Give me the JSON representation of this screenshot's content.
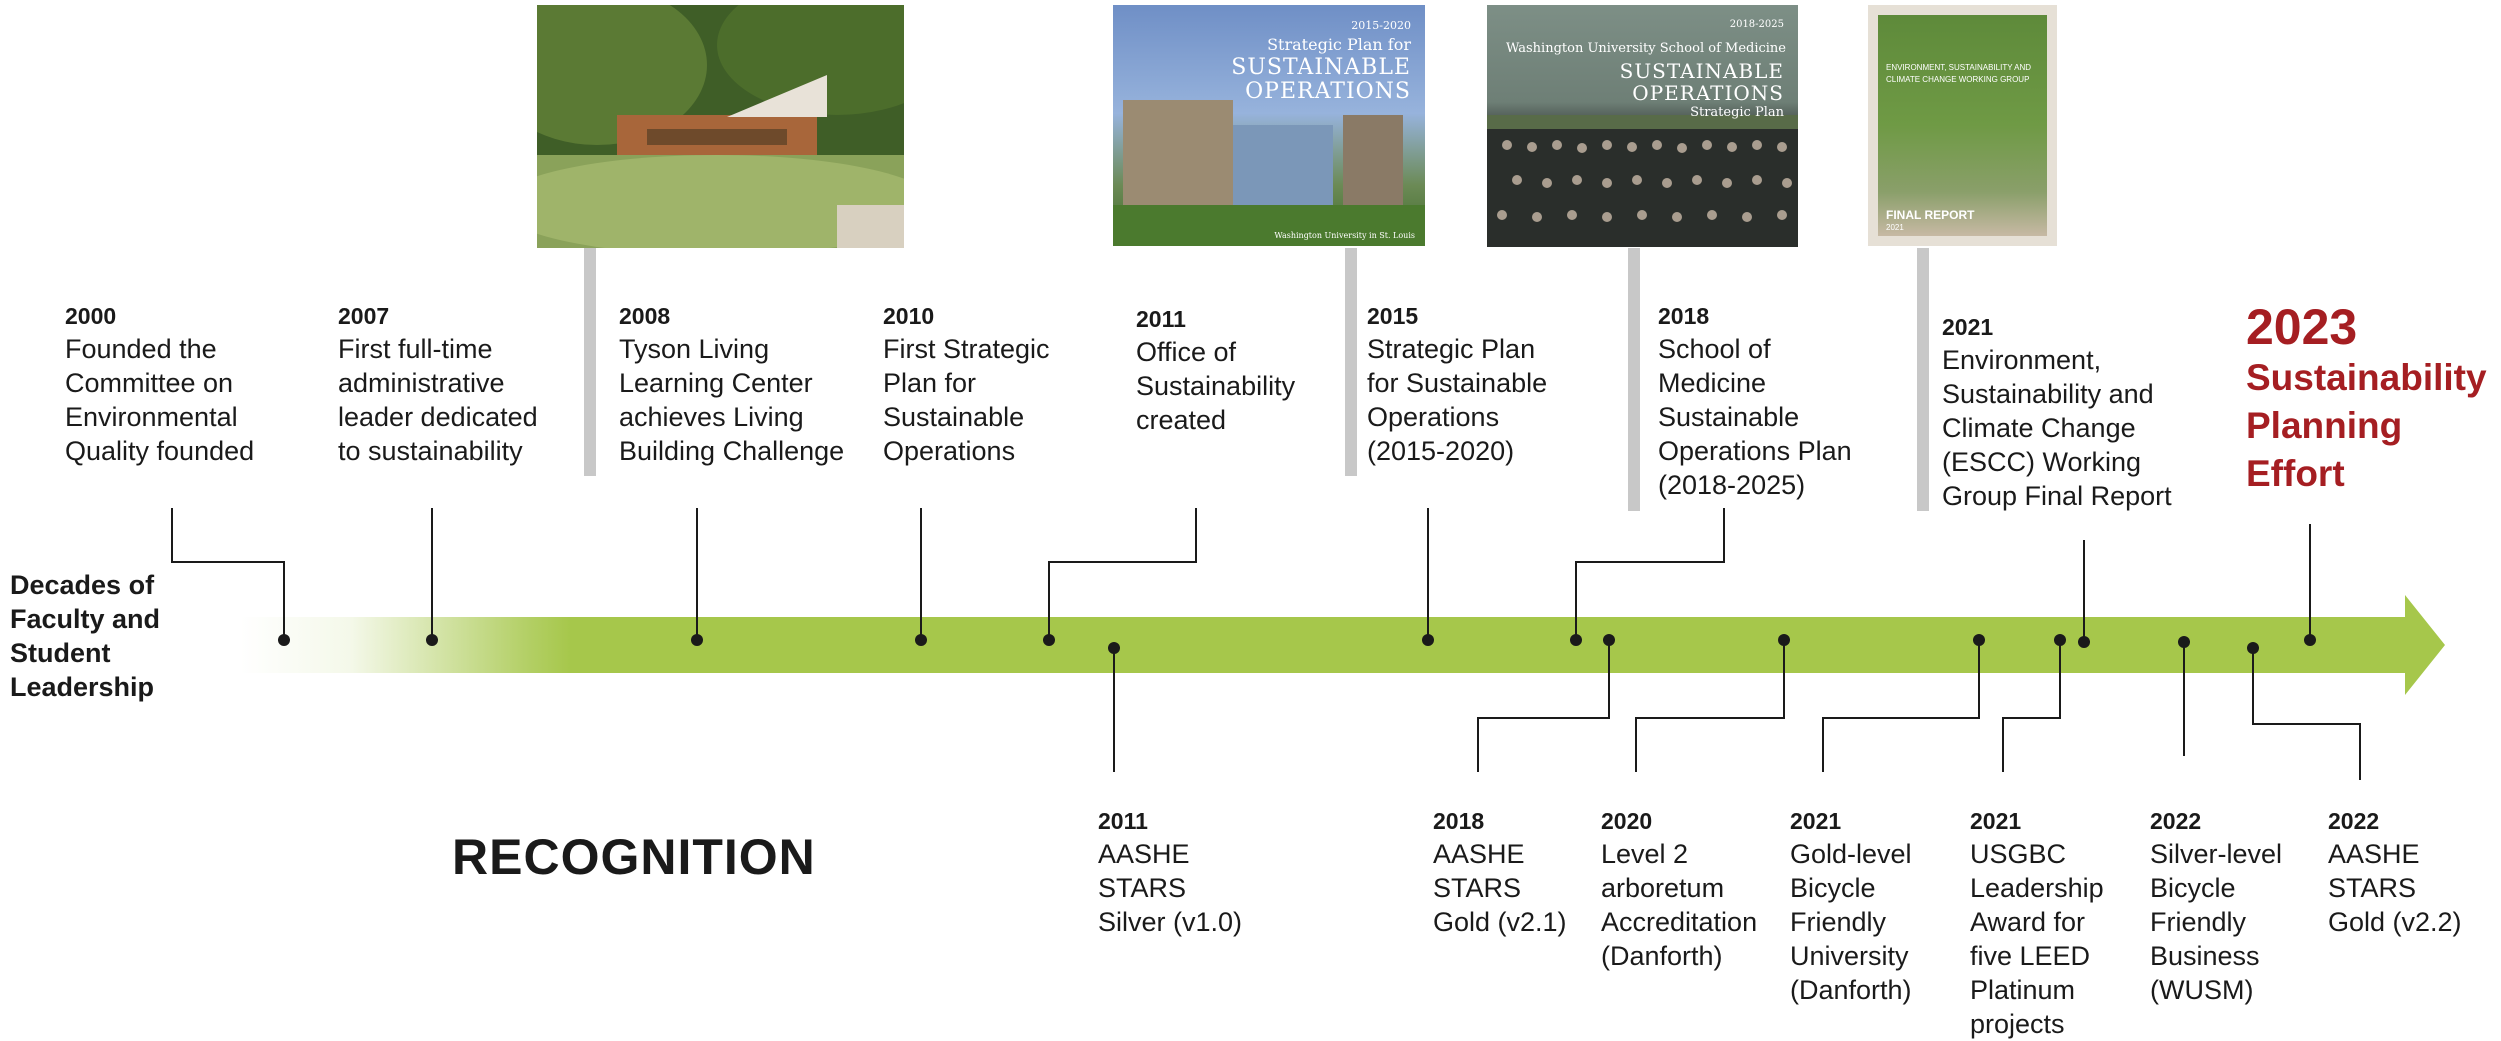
{
  "left_label": "Decades of\nFaculty and\nStudent\nLeadership",
  "recognition_heading": "RECOGNITION",
  "colors": {
    "arrow": "#a6c74b",
    "final_accent": "#a51e22",
    "post": "#c8c8c8"
  },
  "milestones": [
    {
      "year": "2000",
      "text": "Founded the\nCommittee on\nEnvironmental\nQuality founded"
    },
    {
      "year": "2007",
      "text": "First full-time\nadministrative\nleader dedicated\nto sustainability"
    },
    {
      "year": "2008",
      "text": "Tyson Living\nLearning Center\nachieves Living\nBuilding Challenge"
    },
    {
      "year": "2010",
      "text": "First Strategic\nPlan for\nSustainable\nOperations"
    },
    {
      "year": "2011",
      "text": "Office of\nSustainability\ncreated"
    },
    {
      "year": "2015",
      "text": "Strategic Plan\nfor Sustainable\nOperations\n(2015-2020)"
    },
    {
      "year": "2018",
      "text": "School of\nMedicine\nSustainable\nOperations Plan\n(2018-2025)"
    },
    {
      "year": "2021",
      "text": "Environment,\nSustainability and\nClimate Change\n(ESCC) Working\nGroup Final Report"
    }
  ],
  "final_milestone": {
    "year": "2023",
    "text": "Sustainability\nPlanning\nEffort"
  },
  "recognitions": [
    {
      "year": "2011",
      "text": "AASHE\nSTARS\nSilver (v1.0)"
    },
    {
      "year": "2018",
      "text": "AASHE\nSTARS\nGold (v2.1)"
    },
    {
      "year": "2020",
      "text": "Level 2\narboretum\nAccreditation\n(Danforth)"
    },
    {
      "year": "2021",
      "text": "Gold-level\nBicycle\nFriendly\nUniversity\n(Danforth)"
    },
    {
      "year": "2021",
      "text": "USGBC\nLeadership\nAward for\nfive LEED\nPlatinum\nprojects"
    },
    {
      "year": "2022",
      "text": "Silver-level\nBicycle\nFriendly\nBusiness\n(WUSM)"
    },
    {
      "year": "2022",
      "text": "AASHE\nSTARS\nGold (v2.2)"
    }
  ],
  "thumbnails": {
    "plan_2015": {
      "years": "2015-2020",
      "line1": "Strategic Plan for",
      "line2": "SUSTAINABLE",
      "line3": "OPERATIONS",
      "publisher": "Washington University in St. Louis"
    },
    "plan_2018": {
      "years": "2018-2025",
      "line1": "Washington University School of Medicine",
      "line2": "SUSTAINABLE",
      "line3": "OPERATIONS",
      "line4": "Strategic Plan"
    },
    "report_2021": {
      "line1": "ENVIRONMENT, SUSTAINABILITY AND",
      "line2": "CLIMATE CHANGE WORKING GROUP",
      "line3": "FINAL REPORT",
      "line4": "2021"
    }
  }
}
